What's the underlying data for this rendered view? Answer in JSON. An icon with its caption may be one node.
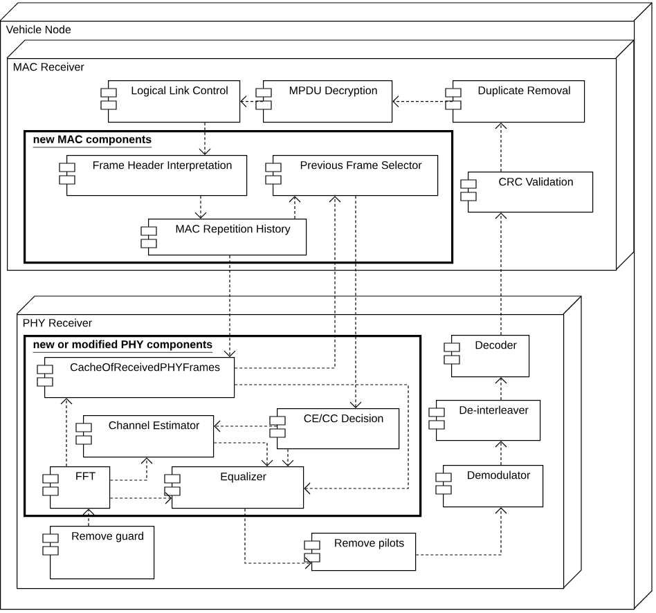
{
  "diagram": {
    "nodes": [
      {
        "text": [
          "Vehicle Node"
        ]
      },
      {
        "text": [
          "MAC Receiver"
        ],
        "in": 0
      },
      {
        "text": [
          "Logical Link Control"
        ],
        "in": 1
      },
      {
        "text": [
          "MPDU Decryption"
        ],
        "in": 1
      },
      {
        "text": [
          "Duplicate Removal"
        ],
        "in": 1
      },
      {
        "text": [
          "new MAC components"
        ],
        "in": 1
      },
      {
        "text": [
          "Frame Header Interpretation"
        ],
        "in": 5
      },
      {
        "text": [
          "Previous Frame Selector"
        ],
        "in": 5
      },
      {
        "text": [
          "MAC Repetition History"
        ],
        "in": 5
      },
      {
        "text": [
          "CRC Validation"
        ],
        "in": 1
      },
      {
        "text": [
          "PHY Receiver"
        ],
        "in": 0
      },
      {
        "text": [
          "new or modified PHY components"
        ],
        "in": 10
      },
      {
        "text": [
          "CacheOfReceivedPHYFrames"
        ],
        "in": 11
      },
      {
        "text": [
          "Channel Estimator"
        ],
        "in": 11
      },
      {
        "text": [
          "CE/CC Decision"
        ],
        "in": 11
      },
      {
        "text": [
          "FFT"
        ],
        "in": 11
      },
      {
        "text": [
          "Equalizer"
        ],
        "in": 11
      },
      {
        "text": [
          "Remove guard"
        ],
        "in": 10
      },
      {
        "text": [
          "Remove pilots"
        ],
        "in": 10
      },
      {
        "text": [
          "Decoder"
        ],
        "in": 10
      },
      {
        "text": [
          "De-interleaver"
        ],
        "in": 10
      },
      {
        "text": [
          "Demodulator"
        ],
        "in": 10
      }
    ],
    "edges": [
      {
        "from": 3,
        "to": 2,
        "arrow": "to",
        "style": "dashed"
      },
      {
        "from": 4,
        "to": 3,
        "arrow": "to",
        "style": "dashed"
      },
      {
        "from": 9,
        "to": 4,
        "arrow": "to",
        "style": "dashed"
      },
      {
        "from": 2,
        "to": 6,
        "arrow": "to",
        "style": "dashed"
      },
      {
        "from": 6,
        "to": 8,
        "arrow": "to",
        "style": "dashed"
      },
      {
        "from": 8,
        "to": 7,
        "arrow": "to",
        "style": "dashed"
      },
      {
        "from": 8,
        "to": 12,
        "arrow": "to",
        "style": "dashed"
      },
      {
        "from": 12,
        "to": 7,
        "arrow": "to",
        "style": "dashed"
      },
      {
        "from": 7,
        "to": 14,
        "arrow": "to",
        "style": "dashed"
      },
      {
        "from": 19,
        "to": 9,
        "arrow": "to",
        "style": "dashed"
      },
      {
        "from": 12,
        "to": 16,
        "arrow": "to",
        "style": "dashed"
      },
      {
        "from": 14,
        "to": 13,
        "arrow": "to",
        "style": "dashed"
      },
      {
        "from": 13,
        "to": 16,
        "arrow": "to",
        "style": "dashed"
      },
      {
        "from": 14,
        "to": 16,
        "arrow": "to",
        "style": "dashed"
      },
      {
        "from": 15,
        "to": 12,
        "arrow": "to",
        "style": "dashed"
      },
      {
        "from": 15,
        "to": 13,
        "arrow": "to",
        "style": "dashed"
      },
      {
        "from": 15,
        "to": 16,
        "arrow": "to",
        "style": "dashed"
      },
      {
        "from": 17,
        "to": 15,
        "arrow": "to",
        "style": "dashed"
      },
      {
        "from": 16,
        "to": 18,
        "arrow": "to",
        "style": "dashed"
      },
      {
        "from": 18,
        "to": 21,
        "arrow": "to",
        "style": "dashed"
      },
      {
        "from": 21,
        "to": 20,
        "arrow": "to",
        "style": "dashed"
      },
      {
        "from": 20,
        "to": 19,
        "arrow": "to",
        "style": "dashed"
      }
    ]
  }
}
